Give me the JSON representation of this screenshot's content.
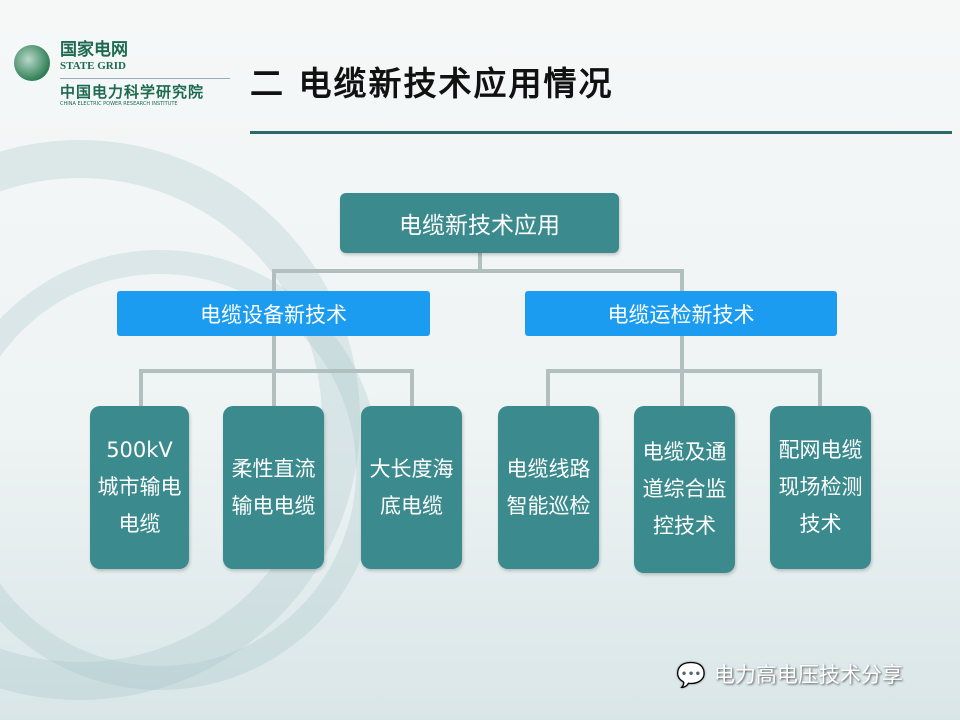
{
  "logo": {
    "cn": "国家电网",
    "en": "STATE GRID",
    "inst_cn": "中国电力科学研究院",
    "inst_en": "CHINA ELECTRIC POWER RESEARCH INSTITUTE"
  },
  "title": "二  电缆新技术应用情况",
  "tree": {
    "root": "电缆新技术应用",
    "branches": [
      {
        "label": "电缆设备新技术",
        "leaves": [
          "500kV城市输电电缆",
          "柔性直流输电电缆",
          "大长度海底电缆"
        ]
      },
      {
        "label": "电缆运检新技术",
        "leaves": [
          "电缆线路智能巡检",
          "电缆及通道综合监控技术",
          "配网电缆现场检测技术"
        ]
      }
    ]
  },
  "footer": {
    "text": "电力高电压技术分享",
    "icon": "wechat-icon"
  },
  "colors": {
    "teal": "#3b8a8d",
    "blue": "#1b9cf0",
    "connector": "#b2bfbf"
  }
}
